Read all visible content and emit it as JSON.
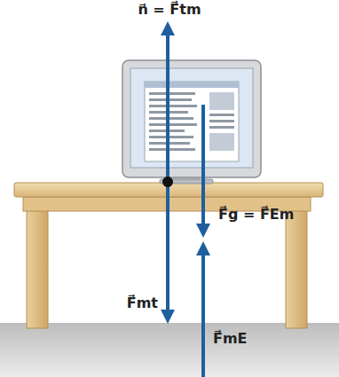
{
  "diagram": {
    "labels": [
      "n⃗ = F⃗tm",
      "F⃗g = F⃗Em",
      "F⃗mt",
      "F⃗mE"
    ]
  }
}
